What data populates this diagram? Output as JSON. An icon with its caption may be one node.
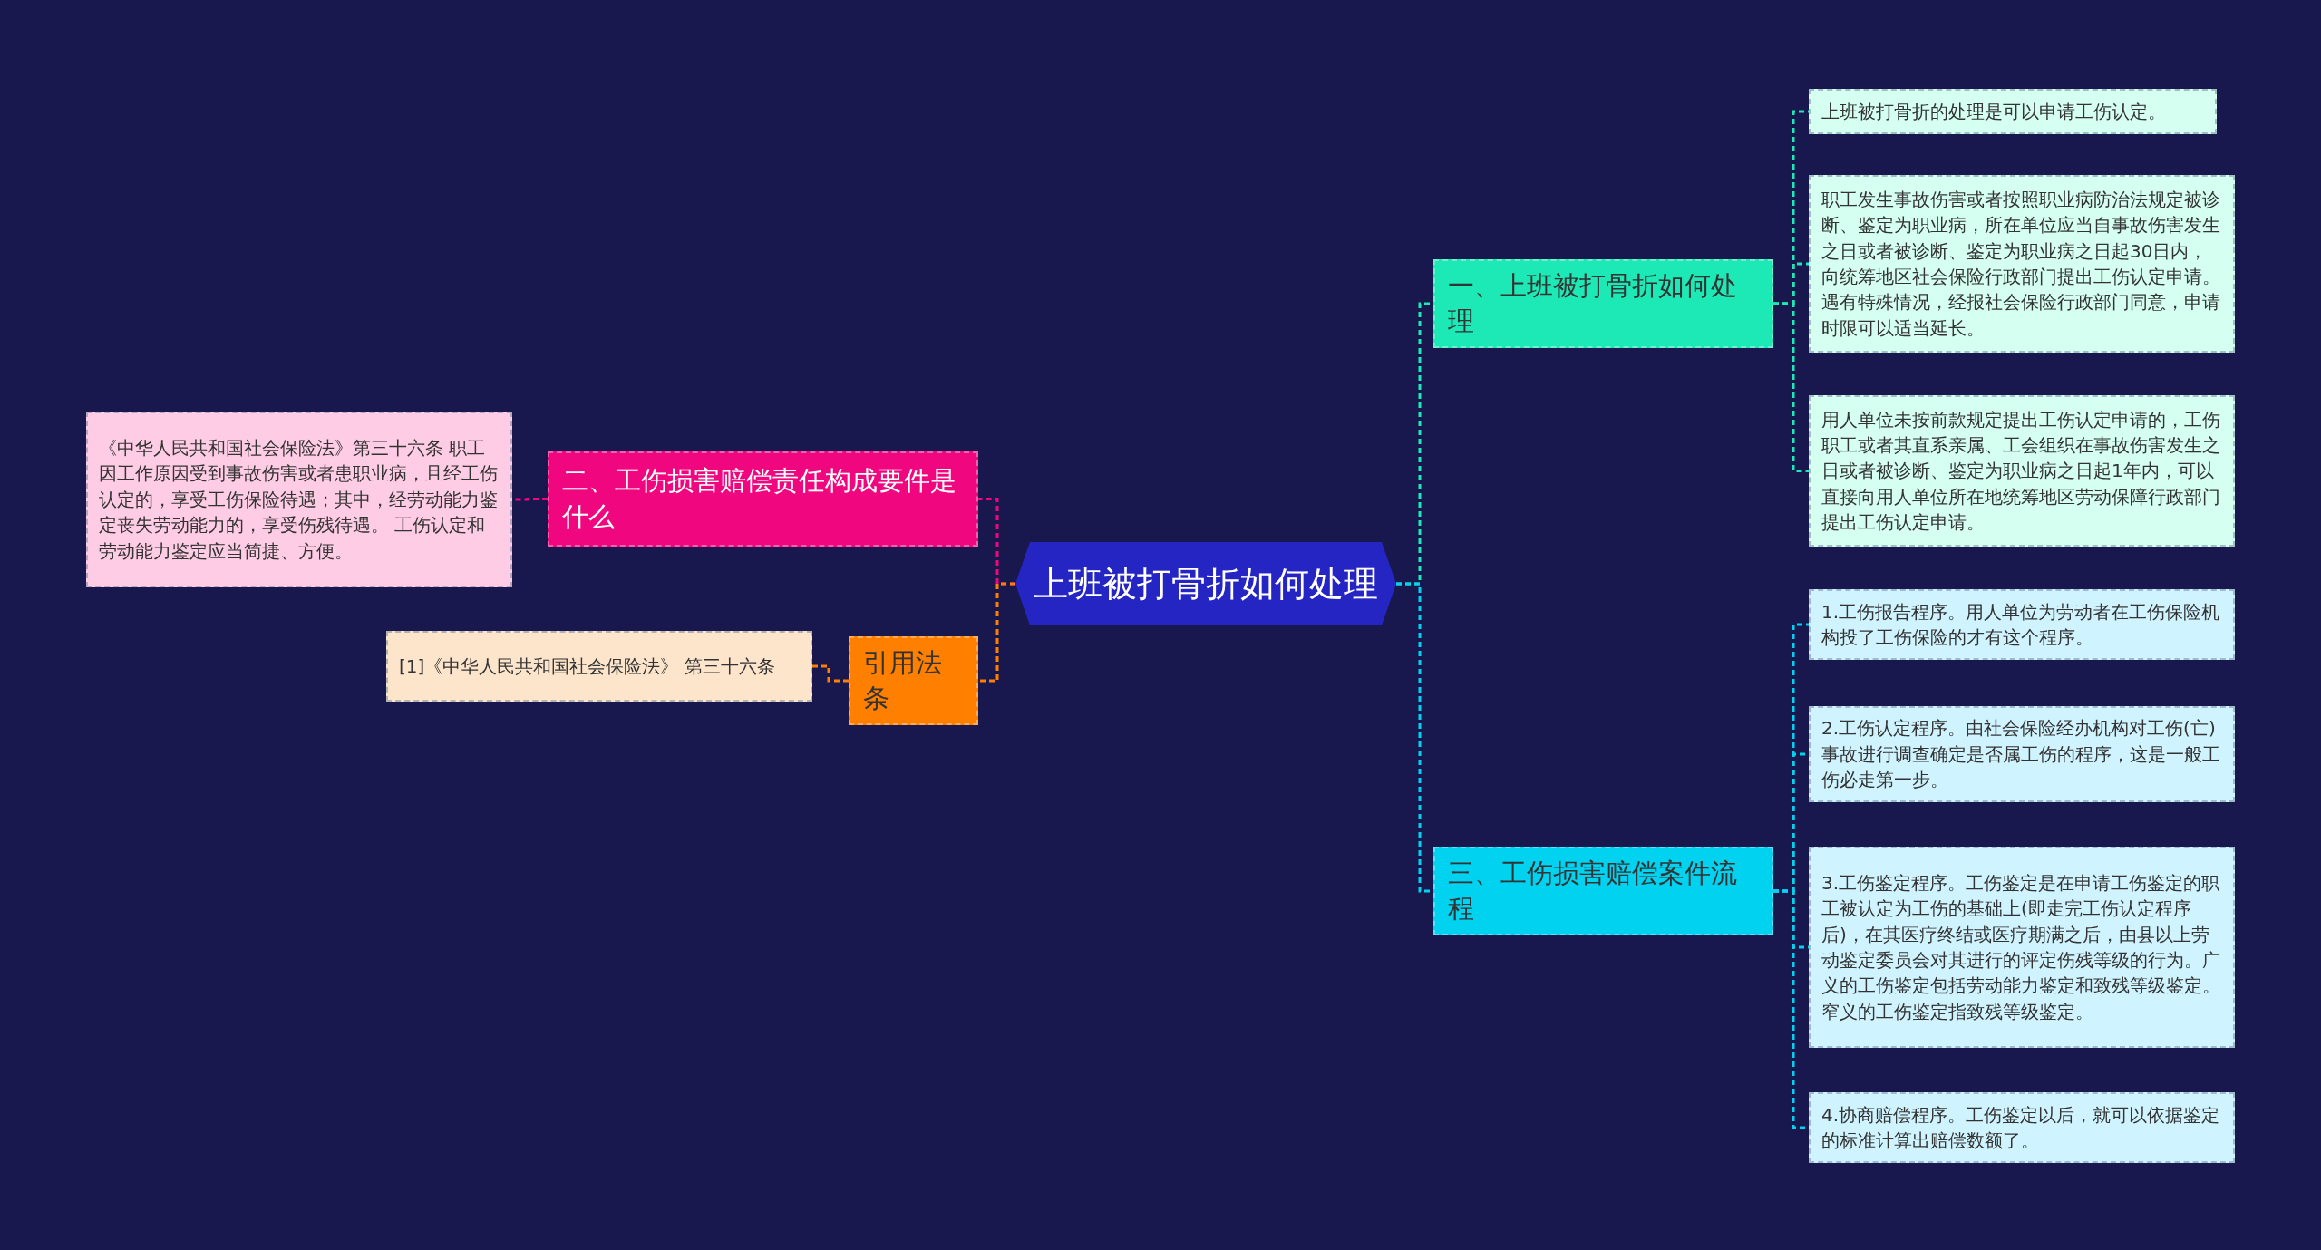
{
  "diagram": {
    "nodes": [
      {
        "text": [
          "上班被打骨折如何处理"
        ]
      },
      {
        "text": [
          "一、上班被打骨折如何处理"
        ]
      },
      {
        "text": [
          "上班被打骨折的处理是可以申请工伤认定。"
        ]
      },
      {
        "text": [
          "职工发生事故伤害或者按照职业病防治法规定被诊断、鉴定为职业病，所在单位应当自事故伤害发生之日或者被诊断、鉴定为职业病之日起30日内，向统筹地区社会保险行政部门提出工伤认定申请。遇有特殊情况，经报社会保险行政部门同意，申请时限可以适当延长。"
        ]
      },
      {
        "text": [
          "用人单位未按前款规定提出工伤认定申请的，工伤职工或者其直系亲属、工会组织在事故伤害发生之日或者被诊断、鉴定为职业病之日起1年内，可以直接向用人单位所在地统筹地区劳动保障行政部门提出工伤认定申请。"
        ]
      },
      {
        "text": [
          "二、工伤损害赔偿责任构成要件是什么"
        ]
      },
      {
        "text": [
          "《中华人民共和国社会保险法》第三十六条 职工因工作原因受到事故伤害或者患职业病，且经工伤认定的，享受工伤保险待遇；其中，经劳动能力鉴定丧失劳动能力的，享受伤残待遇。 工伤认定和劳动能力鉴定应当简捷、方便。"
        ]
      },
      {
        "text": [
          "引用法条"
        ]
      },
      {
        "text": [
          "[1]《中华人民共和国社会保险法》 第三十六条"
        ]
      },
      {
        "text": [
          "三、工伤损害赔偿案件流程"
        ]
      },
      {
        "text": [
          "1.工伤报告程序。用人单位为劳动者在工伤保险机构投了工伤保险的才有这个程序。"
        ]
      },
      {
        "text": [
          "2.工伤认定程序。由社会保险经办机构对工伤(亡)事故进行调查确定是否属工伤的程序，这是一般工伤必走第一步。"
        ]
      },
      {
        "text": [
          "3.工伤鉴定程序。工伤鉴定是在申请工伤鉴定的职工被认定为工伤的基础上(即走完工伤认定程序后)，在其医疗终结或医疗期满之后，由县以上劳动鉴定委员会对其进行的评定伤残等级的行为。广义的工伤鉴定包括劳动能力鉴定和致残等级鉴定。窄义的工伤鉴定指致残等级鉴定。"
        ]
      },
      {
        "text": [
          "4.协商赔偿程序。工伤鉴定以后，就可以依据鉴定的标准计算出赔偿数额了。"
        ]
      }
    ],
    "edges": [
      {
        "from": 0,
        "to": 1,
        "arrow": "none",
        "style": "dashed",
        "color": "#1de9b6"
      },
      {
        "from": 1,
        "to": 2,
        "arrow": "none",
        "style": "dashed",
        "color": "#1de9b6"
      },
      {
        "from": 1,
        "to": 3,
        "arrow": "none",
        "style": "dashed",
        "color": "#1de9b6"
      },
      {
        "from": 1,
        "to": 4,
        "arrow": "none",
        "style": "dashed",
        "color": "#1de9b6"
      },
      {
        "from": 0,
        "to": 5,
        "arrow": "none",
        "style": "dashed",
        "color": "#f0077f"
      },
      {
        "from": 5,
        "to": 6,
        "arrow": "none",
        "style": "dashed",
        "color": "#f0077f"
      },
      {
        "from": 0,
        "to": 7,
        "arrow": "none",
        "style": "dashed",
        "color": "#ff7f00"
      },
      {
        "from": 7,
        "to": 8,
        "arrow": "none",
        "style": "dashed",
        "color": "#ff7f00"
      },
      {
        "from": 0,
        "to": 9,
        "arrow": "none",
        "style": "dashed",
        "color": "#00d2f0"
      },
      {
        "from": 9,
        "to": 10,
        "arrow": "none",
        "style": "dashed",
        "color": "#00d2f0"
      },
      {
        "from": 9,
        "to": 11,
        "arrow": "none",
        "style": "dashed",
        "color": "#00d2f0"
      },
      {
        "from": 9,
        "to": 12,
        "arrow": "none",
        "style": "dashed",
        "color": "#00d2f0"
      },
      {
        "from": 9,
        "to": 13,
        "arrow": "none",
        "style": "dashed",
        "color": "#00d2f0"
      }
    ]
  }
}
